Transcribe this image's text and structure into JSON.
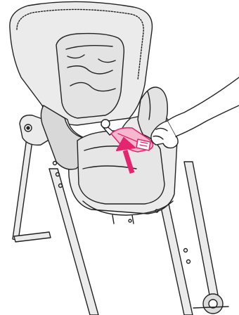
{
  "figure": {
    "colors": {
      "background": "#ffffff",
      "line": "#222222",
      "chair_fill": "#ebebeb",
      "cushion_fill": "#e3e3e3",
      "shadow_fill": "#d8d8d8",
      "accent": "#e5246f",
      "accent_light": "#f7b8cf"
    },
    "icons": [
      "high-chair",
      "harness-strap",
      "hand",
      "direction-arrow"
    ],
    "action": "up"
  }
}
